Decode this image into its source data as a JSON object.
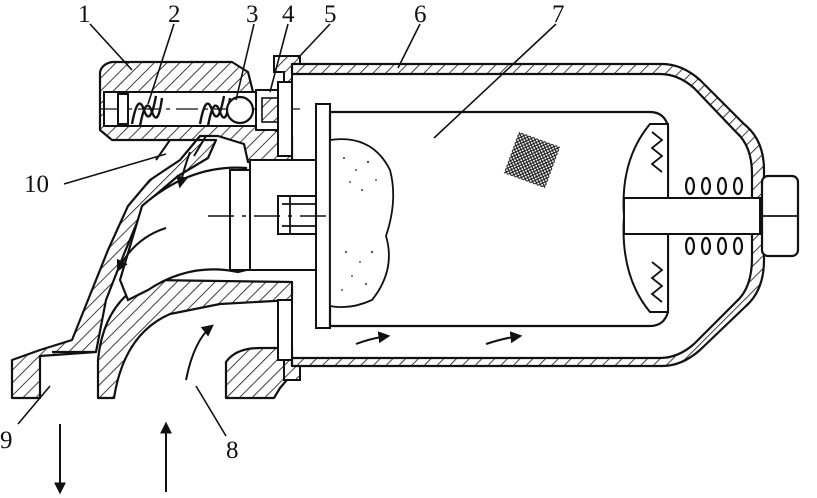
{
  "callouts": [
    {
      "id": "1",
      "label": "1"
    },
    {
      "id": "2",
      "label": "2"
    },
    {
      "id": "3",
      "label": "3"
    },
    {
      "id": "4",
      "label": "4"
    },
    {
      "id": "5",
      "label": "5"
    },
    {
      "id": "6",
      "label": "6"
    },
    {
      "id": "7",
      "label": "7"
    },
    {
      "id": "8",
      "label": "8"
    },
    {
      "id": "9",
      "label": "9"
    },
    {
      "id": "10",
      "label": "10"
    }
  ],
  "colors": {
    "line": "#111111",
    "background": "#ffffff",
    "speckle": "#555555"
  }
}
